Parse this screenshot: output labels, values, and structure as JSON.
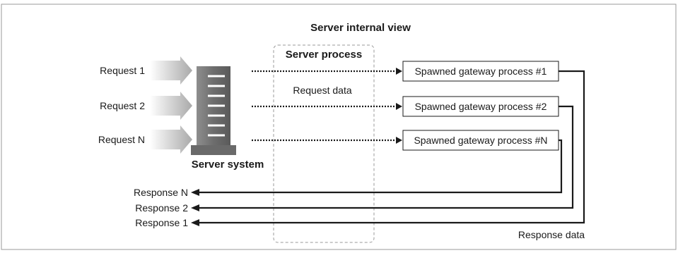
{
  "diagram": {
    "title": "Server internal view",
    "server_process_label": "Server process",
    "server_system_label": "Server system",
    "request_data_label": "Request data",
    "response_data_label": "Response data",
    "requests": [
      "Request 1",
      "Request 2",
      "Request N"
    ],
    "gateways": [
      "Spawned gateway process #1",
      "Spawned gateway process #2",
      "Spawned gateway process #N"
    ],
    "responses": [
      "Response N",
      "Response 2",
      "Response 1"
    ]
  }
}
